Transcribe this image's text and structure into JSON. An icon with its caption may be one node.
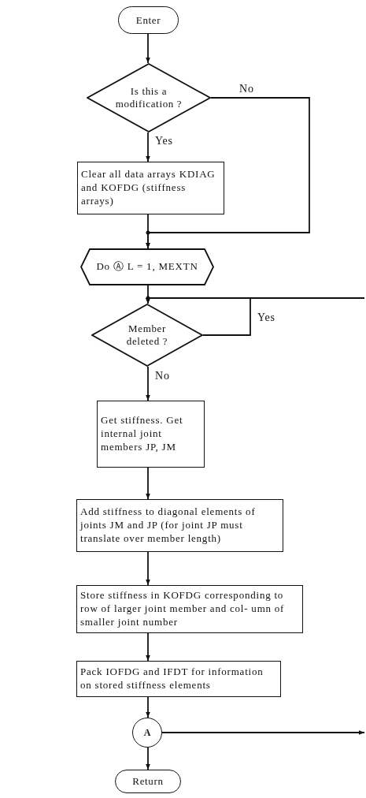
{
  "diagram": {
    "nodes": [
      {
        "text": [
          "Enter"
        ]
      },
      {
        "text": [
          "Is this a modification ?"
        ]
      },
      {
        "text": [
          "Clear all data arrays KDIAG and KOFDG (stiffness arrays)"
        ]
      },
      {
        "text": [
          "Do Ⓐ L = 1, MEXTN"
        ]
      },
      {
        "text": [
          "Member deleted ?"
        ]
      },
      {
        "text": [
          "Get stiffness. Get internal joint members JP, JM"
        ]
      },
      {
        "text": [
          "Add stiffness to diagonal elements of joints JM and JP (for joint JP must translate over member length)"
        ]
      },
      {
        "text": [
          "Store stiffness in KOFDG corresponding to row of larger joint member and col- umn of smaller joint number"
        ]
      },
      {
        "text": [
          "Pack IOFDG and IFDT for information on stored stiffness elements"
        ]
      },
      {
        "text": [
          "A"
        ]
      },
      {
        "text": [
          "Return"
        ]
      }
    ],
    "edges": [
      {
        "from": 0,
        "to": 1,
        "arrow": "to"
      },
      {
        "from": 1,
        "to": 2,
        "arrow": "to",
        "label": "Yes"
      },
      {
        "from": 1,
        "to": 3,
        "arrow": "to",
        "label": "No"
      },
      {
        "from": 2,
        "to": 3,
        "arrow": "to"
      },
      {
        "from": 3,
        "to": 4,
        "arrow": "to"
      },
      {
        "from": 4,
        "to": 4,
        "arrow": "to",
        "label": "Yes"
      },
      {
        "from": 4,
        "to": 5,
        "arrow": "to",
        "label": "No"
      },
      {
        "from": 5,
        "to": 6,
        "arrow": "to"
      },
      {
        "from": 6,
        "to": 7,
        "arrow": "to"
      },
      {
        "from": 7,
        "to": 8,
        "arrow": "to"
      },
      {
        "from": 8,
        "to": 9,
        "arrow": "to"
      },
      {
        "from": 9,
        "to": 10,
        "arrow": "to"
      },
      {
        "from": 9,
        "to": null,
        "arrow": "to"
      },
      {
        "from": null,
        "to": 4,
        "arrow": "to"
      }
    ]
  }
}
